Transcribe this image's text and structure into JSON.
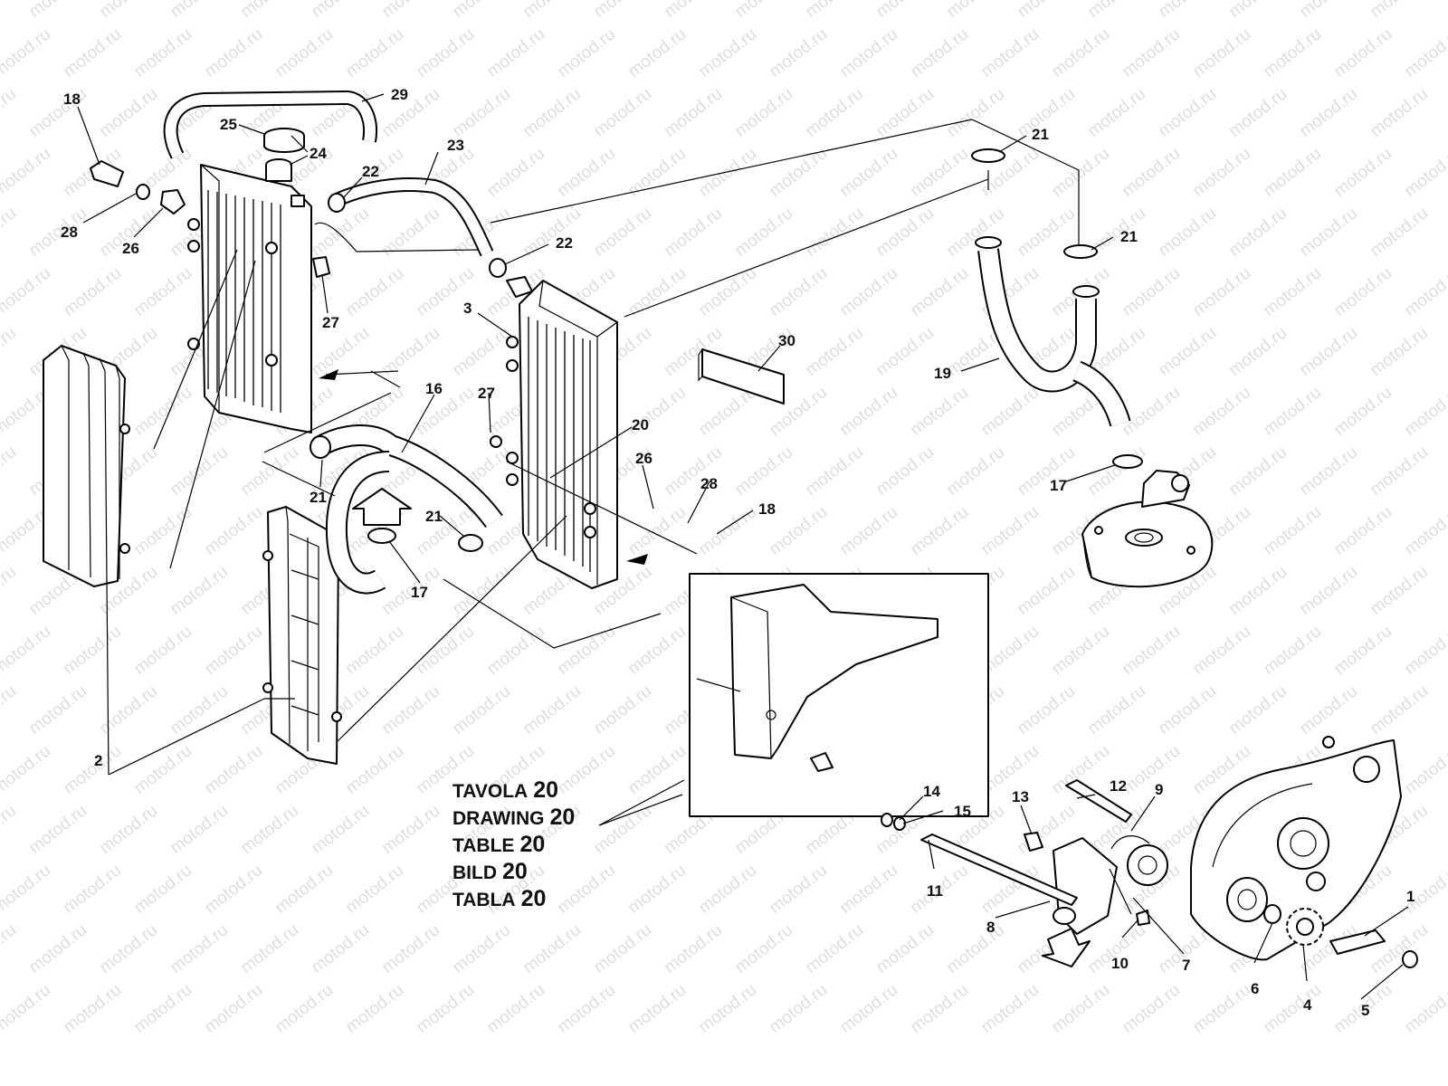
{
  "watermark": "motod.ru",
  "reference_lines": [
    {
      "label": "TAVOLA",
      "number": "20"
    },
    {
      "label": "DRAWING",
      "number": "20"
    },
    {
      "label": "TABLE",
      "number": "20"
    },
    {
      "label": "BILD",
      "number": "20"
    },
    {
      "label": "TABLA",
      "number": "20"
    }
  ],
  "callouts": {
    "c18a": "18",
    "c28a": "28",
    "c26a": "26",
    "c25": "25",
    "c24": "24",
    "c29": "29",
    "c22a": "22",
    "c23": "23",
    "c27a": "27",
    "c22b": "22",
    "c3": "3",
    "c21a": "21",
    "c21b": "21",
    "c19": "19",
    "c30": "30",
    "c16": "16",
    "c27b": "27",
    "c20": "20",
    "c21c": "21",
    "c21d": "21",
    "c17a": "17",
    "c26b": "26",
    "c28b": "28",
    "c18b": "18",
    "c17b": "17",
    "c2": "2",
    "c12": "12",
    "c9": "9",
    "c14": "14",
    "c15": "15",
    "c13": "13",
    "c11": "11",
    "c8": "8",
    "c10": "10",
    "c7": "7",
    "c6": "6",
    "c4": "4",
    "c1": "1",
    "c5": "5"
  }
}
